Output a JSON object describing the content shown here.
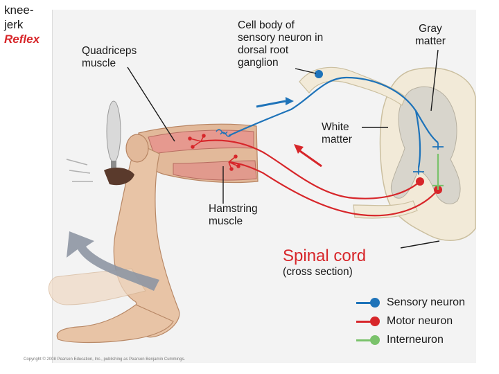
{
  "title": {
    "line1": "knee-",
    "line2": "jerk",
    "line3": "Reflex"
  },
  "labels": {
    "quadriceps": [
      "Quadriceps",
      "muscle"
    ],
    "cell_body": [
      "Cell body of",
      "sensory neuron in",
      "dorsal root",
      "ganglion"
    ],
    "gray_matter": [
      "Gray",
      "matter"
    ],
    "white_matter": [
      "White",
      "matter"
    ],
    "hamstring": [
      "Hamstring",
      "muscle"
    ],
    "spinal_cord": "Spinal cord",
    "spinal_cord_sub": "(cross section)"
  },
  "legend": [
    {
      "label": "Sensory neuron",
      "color": "#1e73b9"
    },
    {
      "label": "Motor neuron",
      "color": "#d7262a"
    },
    {
      "label": "Interneuron",
      "color": "#7ac26b"
    }
  ],
  "copyright": "Copyright © 2008 Pearson Education, Inc., publishing as Pearson Benjamin Cummings."
}
